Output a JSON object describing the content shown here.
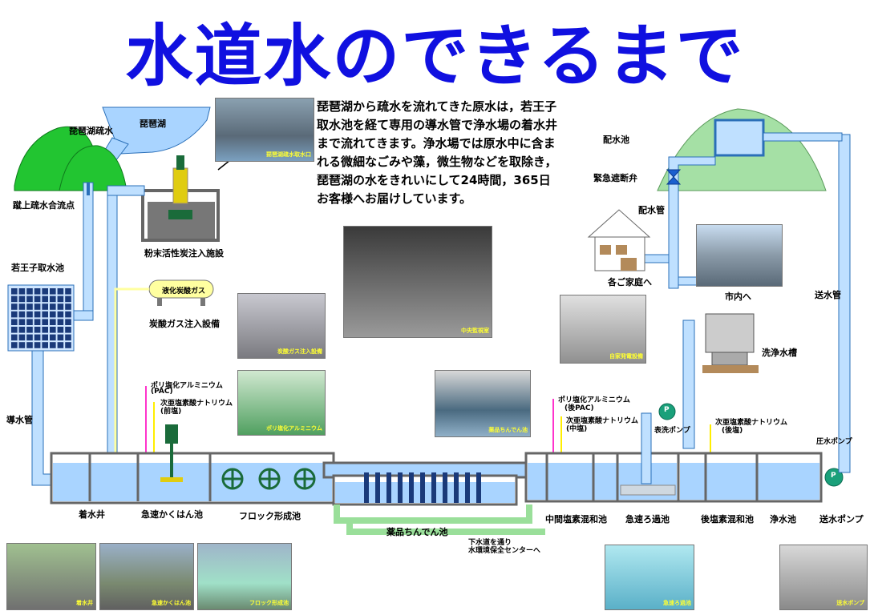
{
  "title": "水道水のできるまで",
  "colors": {
    "title": "#1010e0",
    "water": "#a9d4ff",
    "pipe": "#bfe0ff",
    "pipe_stroke": "#2a6fb8",
    "hill": "#22c531",
    "tank_wall": "#666666",
    "floc_paddle": "#1a6b3a",
    "pump": "#1aa07a",
    "pac_line": "#ff33cc",
    "naocl_line": "#ffee00",
    "co2_line": "#ffffa0",
    "valve": "#1a5fcf",
    "basin": "#9adf9a"
  },
  "intro": "琵琶湖から疏水を流れてきた原水は，若王子取水池を経て専用の導水管で浄水場の着水井まで流れてきます。浄水場では原水中に含まれる微細なごみや藻，微生物などを取除き，琵琶湖の水をきれいにして24時間，365日お客様へお届けしています。",
  "labels": {
    "biwako": "琵琶湖",
    "biwako_sosui": "琵琶湖疏水",
    "keage": "蹴上疏水合流点",
    "nyakuoji": "若王子取水池",
    "dosuikan": "導水管",
    "powder_carbon": "粉末活性炭注入施設",
    "liquid_co2": "液化炭酸ガス",
    "co2_facility": "炭酸ガス注入設備",
    "chakusui": "着水井",
    "kyusoku": "急速かくはん池",
    "floc": "フロック形成池",
    "chinden": "薬品ちんでん池",
    "sewer_note_1": "下水道を通り",
    "sewer_note_2": "水環境保全センターへ",
    "pac_1": "ポリ塩化アルミニウム",
    "pac_1b": "(PAC)",
    "naocl_1": "次亜塩素酸ナトリウム",
    "naocl_1b": "(前塩)",
    "pac_2": "ポリ塩化アルミニウム",
    "pac_2b": "(後PAC)",
    "naocl_2": "次亜塩素酸ナトリウム",
    "naocl_2b": "(中塩)",
    "naocl_3": "次亜塩素酸ナトリウム",
    "naocl_3b": "(後塩)",
    "chukan": "中間塩素混和池",
    "kyusoku_roka": "急速ろ過池",
    "atoen": "後塩素混和池",
    "josui": "浄水池",
    "sosui_pump": "送水ポンプ",
    "sosuikan": "送水管",
    "haisuichi": "配水池",
    "emergency_valve": "緊急遮断弁",
    "haisuikan": "配水管",
    "homes": "各ご家庭へ",
    "city": "市内へ",
    "wash_tank": "洗浄水槽",
    "wash_pump": "表洗ポンプ",
    "pressure_pump": "圧水ポンプ",
    "pump_glyph": "P"
  },
  "photo_captions": {
    "aerial": "琵琶湖疏水取水口",
    "control": "中央監視室",
    "co2_room": "炭酸ガス注入設備",
    "pac_room": "ポリ塩化アルミニウム",
    "generator": "自家発電設備",
    "chinden_photo": "薬品ちんでん池",
    "chakusui_photo": "着水井",
    "kyusoku_photo": "急速かくはん池",
    "floc_photo": "フロック形成池",
    "roka_photo": "急速ろ過池",
    "pump_photo": "送水ポンプ"
  },
  "notes": {
    "nyakuoji": "",
    "powder": "",
    "co2": "",
    "chakusui": "",
    "kyusoku": "",
    "floc": "",
    "floc2": "",
    "chinden": "",
    "control": "",
    "generator": "",
    "chukan": "",
    "roka": "",
    "roka2": "",
    "atoen": "",
    "josui": "",
    "pump": "",
    "haisuichi": "",
    "valve": "",
    "wash": ""
  }
}
